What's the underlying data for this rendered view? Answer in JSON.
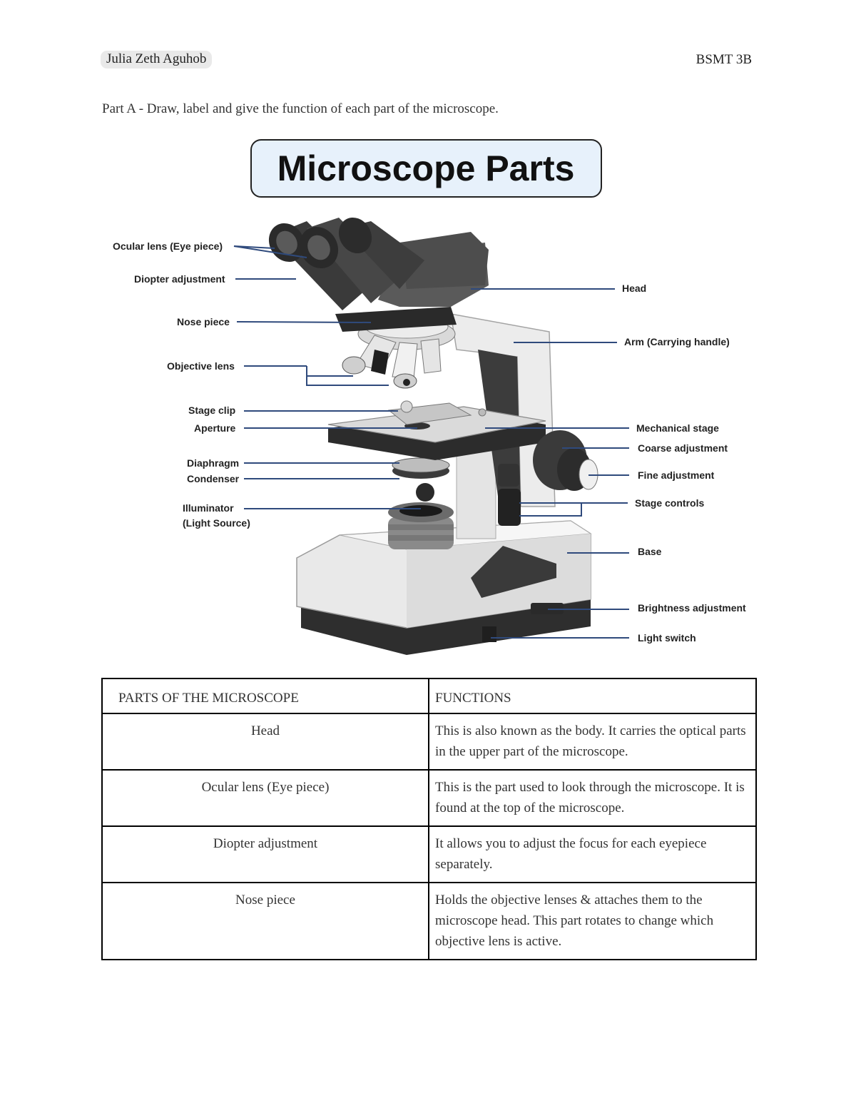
{
  "header": {
    "student_name": "Julia Zeth Aguhob",
    "section": "BSMT 3B"
  },
  "instruction": "Part A - Draw, label and give the function of each part of the microscope.",
  "figure": {
    "title": "Microscope Parts",
    "labels_left": {
      "ocular": "Ocular lens (Eye piece)",
      "diopter": "Diopter adjustment",
      "nosepiece": "Nose piece",
      "objective": "Objective lens",
      "stage_clip": "Stage clip",
      "aperture": "Aperture",
      "diaphragm": "Diaphragm",
      "condenser": "Condenser",
      "illuminator_1": "Illuminator",
      "illuminator_2": "(Light Source)"
    },
    "labels_right": {
      "head": "Head",
      "arm": "Arm (Carrying handle)",
      "mech_stage": "Mechanical stage",
      "coarse": "Coarse adjustment",
      "fine": "Fine adjustment",
      "stage_controls": "Stage controls",
      "base": "Base",
      "brightness": "Brightness adjustment",
      "light_switch": "Light switch"
    }
  },
  "table": {
    "headers": [
      "PARTS OF THE  MICROSCOPE",
      "FUNCTIONS"
    ],
    "rows": [
      {
        "part": "Head",
        "function": "This is also known as the body. It carries the optical parts in the upper part of the microscope."
      },
      {
        "part": "Ocular lens (Eye piece)",
        "function": "This is the part used to look through the microscope. It is found at the top of the microscope."
      },
      {
        "part": "Diopter adjustment",
        "function": "It allows you to adjust the focus for each eyepiece separately."
      },
      {
        "part": "Nose piece",
        "function": "Holds the objective lenses & attaches them to the microscope head. This part rotates to change which objective lens is active."
      }
    ]
  }
}
